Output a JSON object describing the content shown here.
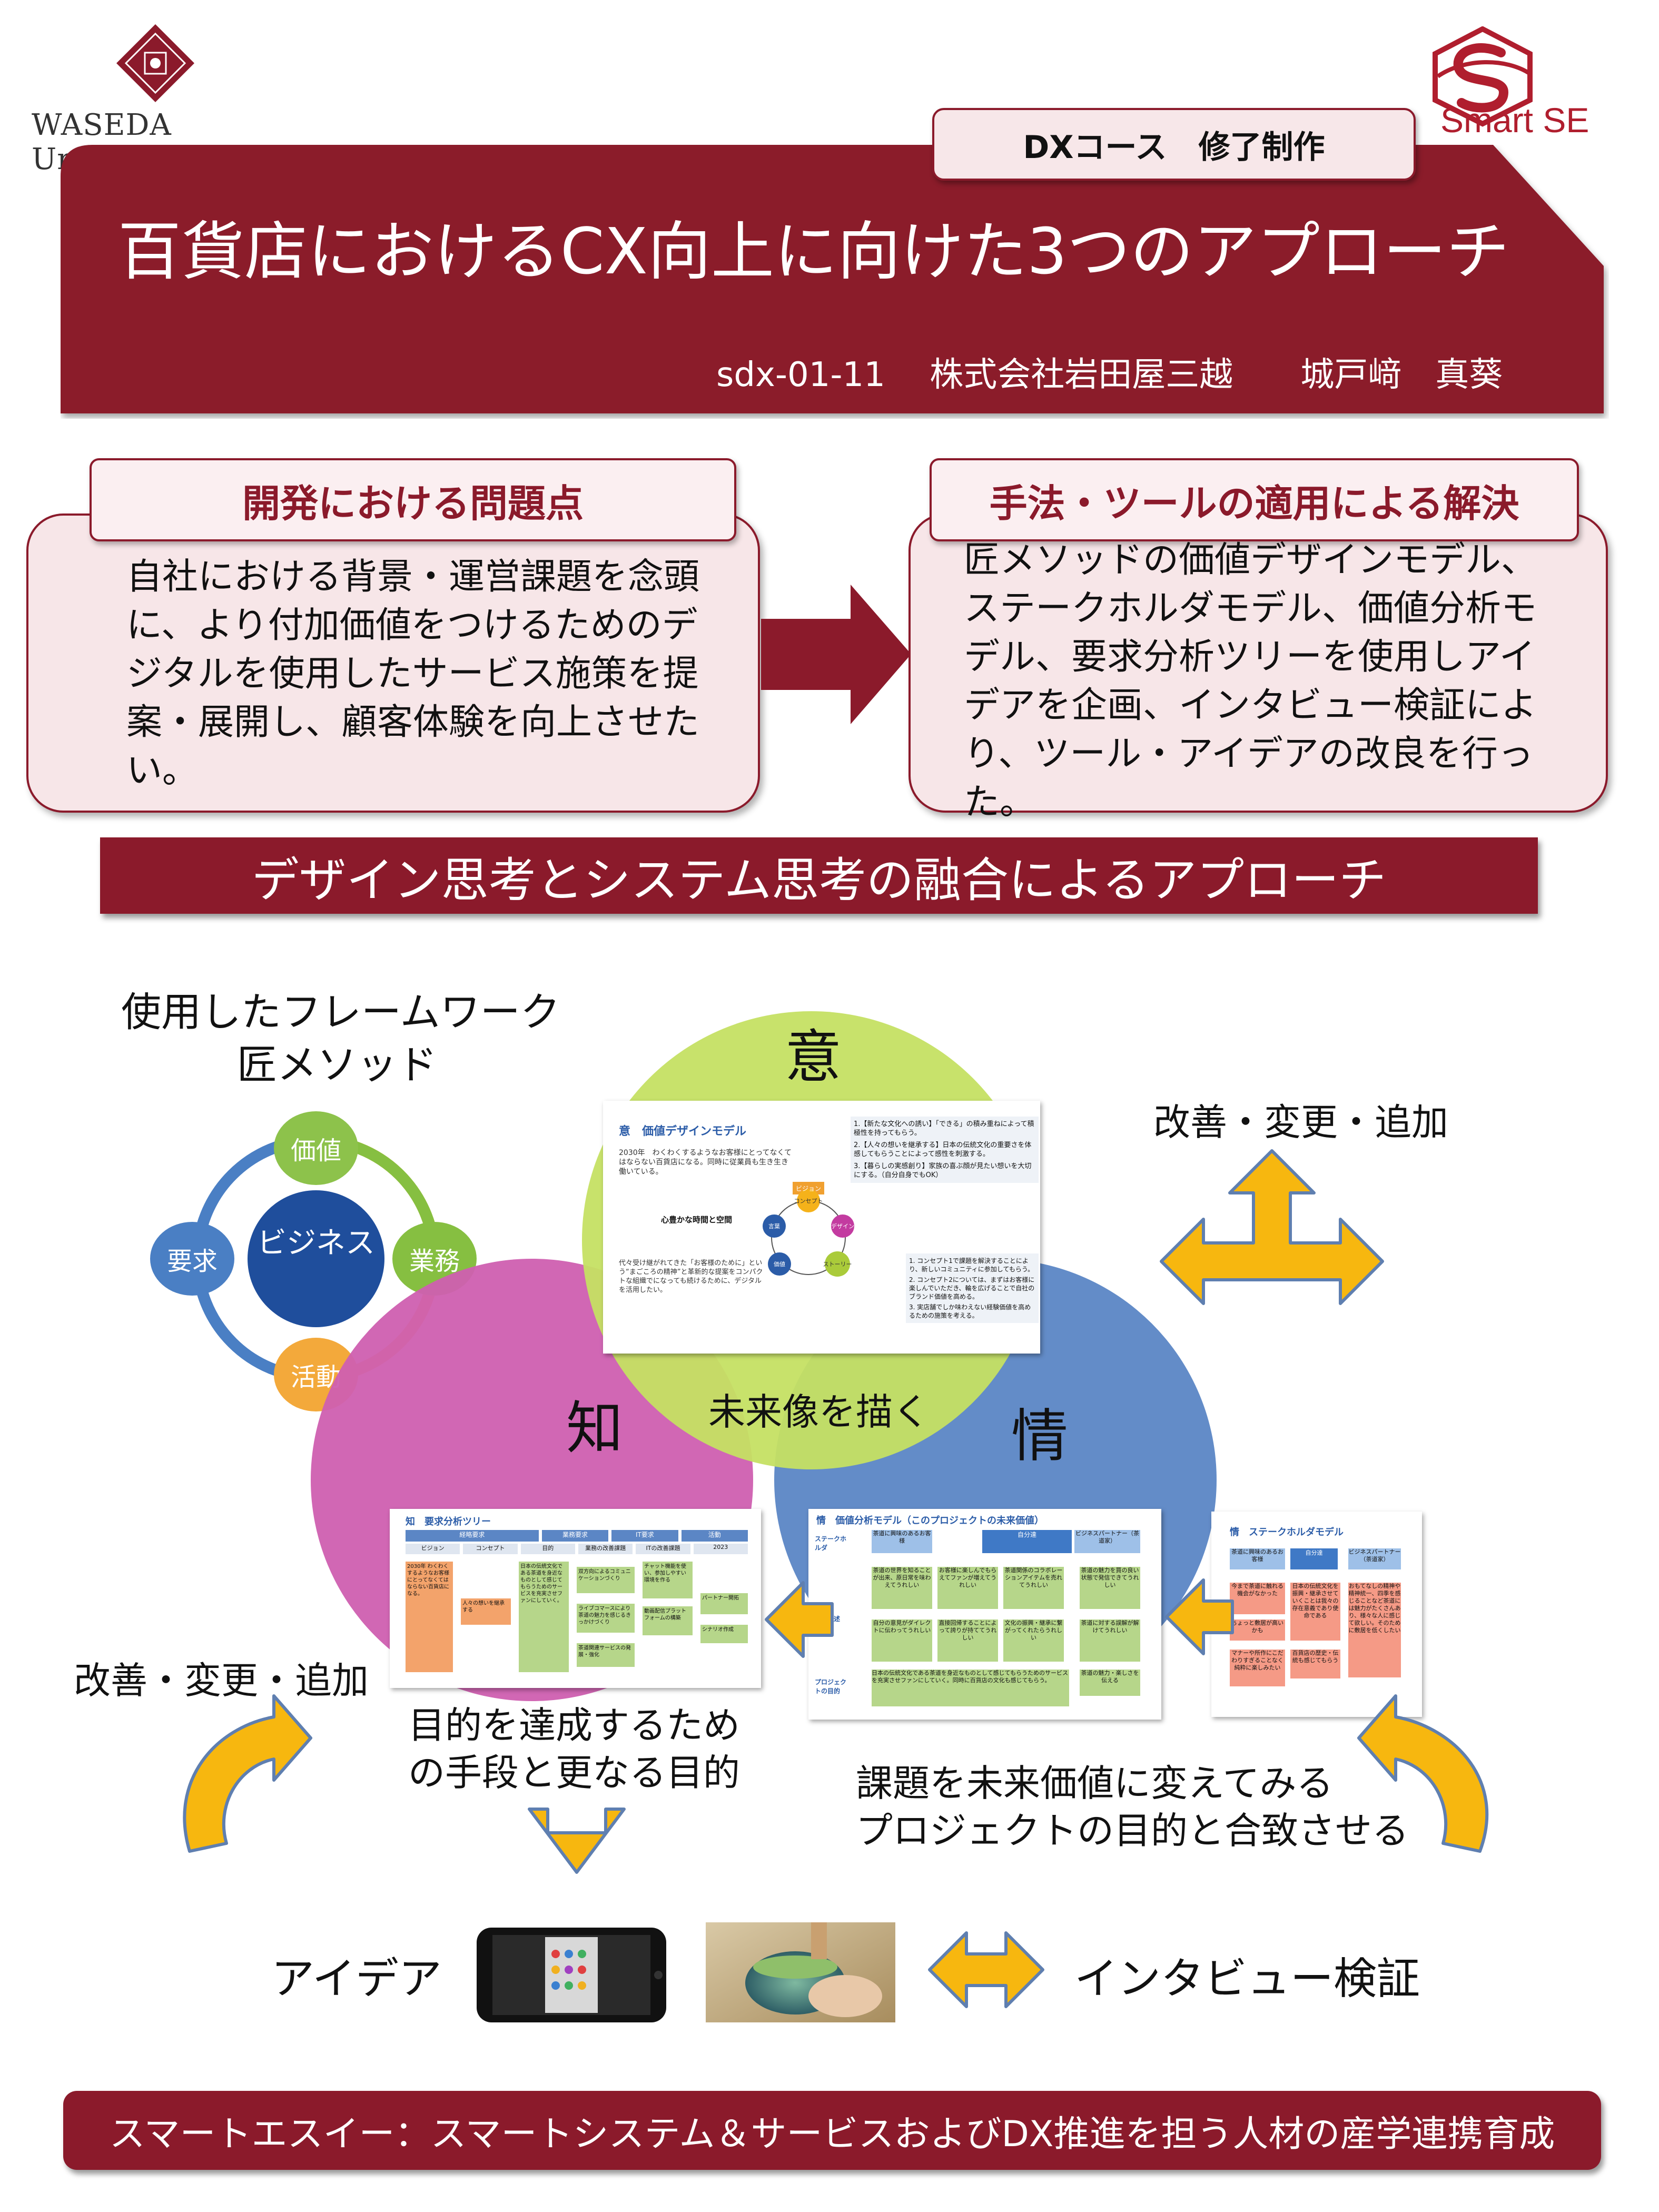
{
  "header": {
    "university": "WASEDA University",
    "brand": "Smart SE",
    "course_tag": "DXコース　修了制作",
    "title": "百貨店におけるCX向上に向けた3つのアプローチ",
    "author_line": "sdx-01-11　 株式会社岩田屋三越　　城戸﨑　真葵"
  },
  "problem": {
    "heading": "開発における問題点",
    "body": "自社における背景・運営課題を念頭に、より付加価値をつけるためのデジタルを使用したサービス施策を提案・展開し、顧客体験を向上させたい。"
  },
  "solution": {
    "heading": "手法・ツールの適用による解決",
    "body": "匠メソッドの価値デザインモデル、ステークホルダモデル、価値分析モデル、要求分析ツリーを使用しアイデアを企画、インタビュー検証により、ツール・アイデアの改良を行った。"
  },
  "section_title": "デザイン思考とシステム思考の融合によるアプローチ",
  "framework": {
    "title_line1": "使用したフレームワーク",
    "title_line2": "匠メソッド",
    "center": "ビジネス",
    "nodes": {
      "top": "価値",
      "right": "業務",
      "bottom": "活動",
      "left": "要求"
    }
  },
  "venn": {
    "top_char": "意",
    "left_char": "知",
    "right_char": "情",
    "top_caption": "未来像を描く",
    "left_caption_line1": "目的を達成するため",
    "left_caption_line2": "の手段と更なる目的",
    "right_caption_line1": "課題を未来価値に変えてみる",
    "right_caption_line2": "プロジェクトの目的と合致させる",
    "colors": {
      "top": "#c5e063",
      "left": "#cf5fb0",
      "right": "#5b86c5"
    }
  },
  "labels": {
    "improve_right": "改善・変更・追加",
    "improve_left": "改善・変更・追加",
    "idea": "アイデア",
    "interview": "インタビュー検証"
  },
  "panel_value_design": {
    "title": "意　価値デザインモデル",
    "intro": "2030年　わくわくするようなお客様にとってなくてはならない百貨店になる。同時に従業員も生き生き働いている。",
    "cycle_center": "心豊かな時間と空間",
    "cycle_nodes": [
      "ビジョン",
      "コンセプト",
      "デザイン",
      "ストーリー",
      "価値",
      "言葉"
    ],
    "points": [
      "1.【新たな文化への誘い】「できる」の積み重ねによって積極性を持ってもらう。",
      "2.【人々の想いを継承する】日本の伝統文化の重要さを体感してもらうことによって感性を刺激する。",
      "3.【暮らしの実感創り】家族の喜ぶ顔が見たい想いを大切にする。（自分自身でもOK）"
    ],
    "bottom_text": "代々受け継がれてきた「お客様のために」という“まごころの精神”と革新的な提案をコンパクトな組織でになっても続けるために、デジタルを活用したい。",
    "concepts": [
      "1. コンセプト1で課題を解決することにより、新しいコミュニティに参加してもらう。",
      "2. コンセプト2については、まずはお客様に楽しんでいただき、輪を広げることで自社のブランド価値を高める。",
      "3. 実店舗でしか味わえない経験価値を高めるための施策を考える。"
    ]
  },
  "panel_requirements": {
    "title": "知　要求分析ツリー",
    "headers": [
      "経略要求",
      "業務要求",
      "IT要求",
      "活動"
    ],
    "subheaders": [
      "ビジョン",
      "コンセプト",
      "目的",
      "業務の改善課題",
      "ITの改善課題",
      "2023"
    ],
    "cells": [
      "2030年 わくわくするようなお客様にとってなくてはならない百貨店になる。",
      "人々の想いを継承する",
      "日本の伝統文化である茶道を身近なものとして感じてもらうためのサービスを充実させファンにしていく。",
      "双方向によるコミュニケーションづくり",
      "チャット機能を使い、参加しやすい環境を作る",
      "ライブコマースにより茶道の魅力を感じるきっかけづくり",
      "動画配信プラットフォームの構築",
      "パートナー開拓",
      "茶道関連サービスの発展・強化",
      "シナリオ作成"
    ]
  },
  "panel_value_analysis": {
    "title": "情　価値分析モデル（このプロジェクトの未来価値）",
    "row_labels": [
      "ステークホルダ",
      "価値記述",
      "プロジェクトの目的"
    ],
    "col_headers": [
      "茶道に興味のあるお客様",
      "自分達",
      "ビジネスパートナー（茶道家）"
    ],
    "cells": [
      "茶道の世界を知ることが出来、原日常を味わえてうれしい",
      "お客様に楽しんでもらえてファンが増えてうれしい",
      "茶道関係のコラボレーションアイテムを売れてうれしい",
      "茶道の魅力を買の良い状態で発信できてうれしい",
      "自分の意見がダイレクトに伝わってうれしい",
      "直接回帰することによって誇りが持ててうれしい",
      "文化の振興・継承に繋がってくれたらうれしい",
      "茶道に対する誤解が解けてうれしい"
    ],
    "purpose": "日本の伝統文化である茶道を身近なものとして感じてもらうためのサービスを充実させファンにしていく。同時に百貨店の文化も感じてもらう。",
    "purpose_right": "茶道の魅力・楽しさを伝える"
  },
  "panel_stakeholder": {
    "title": "情　ステークホルダモデル",
    "col_headers": [
      "茶道に興味のあるお客様",
      "自分達",
      "ビジネスパートナー（茶道家）"
    ],
    "cells": [
      "今まで茶道に触れる機会がなかった",
      "日本の伝統文化を振興・継承させていくことは我々の存在意義であり使命である",
      "おもてなしの精神や精神統一、四季を感じることなど茶道には魅力がたくさんあり、様々な人に感じて欲しい。そのために敷居を低くしたい",
      "ちょっと敷居が高いかも",
      "マナーや所作にこだわりすぎることなく純粋に楽しみたい",
      "百貨店の歴史・伝統も感じてもらう"
    ]
  },
  "footer": "スマートエスイー：スマートシステム＆サービスおよびDX推進を担う人材の産学連携育成"
}
